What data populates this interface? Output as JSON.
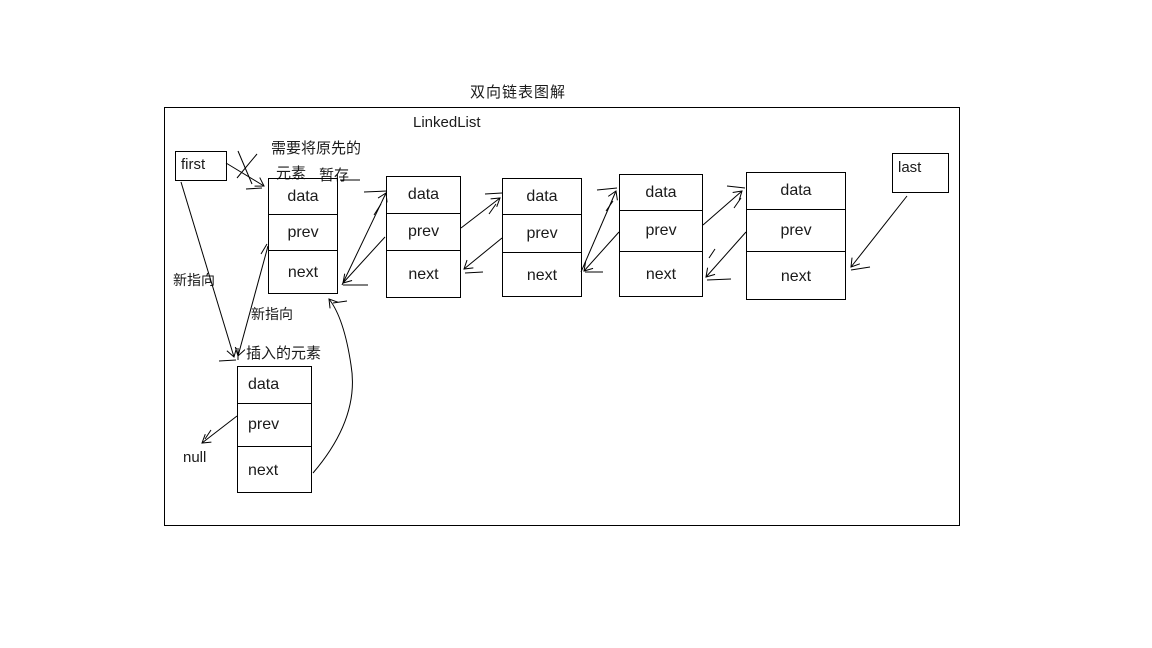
{
  "page_title": "双向链表图解",
  "container": {
    "label": "LinkedList"
  },
  "pointers": {
    "first_label": "first",
    "last_label": "last",
    "null_label": "null"
  },
  "annotations": {
    "note_top_line1": "需要将原先的",
    "note_top_line2": "元素",
    "note_top_line3": "暂存",
    "new_pointer_first": "新指向",
    "new_pointer_node": "新指向",
    "inserted_element": "插入的元素"
  },
  "nodes": {
    "chain": [
      {
        "data": "data",
        "prev": "prev",
        "next": "next"
      },
      {
        "data": "data",
        "prev": "prev",
        "next": "next"
      },
      {
        "data": "data",
        "prev": "prev",
        "next": "next"
      },
      {
        "data": "data",
        "prev": "prev",
        "next": "next"
      },
      {
        "data": "data",
        "prev": "prev",
        "next": "next"
      }
    ],
    "inserted": {
      "data": "data",
      "prev": "prev",
      "next": "next"
    }
  },
  "colors": {
    "ink": "#000000",
    "background": "#ffffff"
  }
}
